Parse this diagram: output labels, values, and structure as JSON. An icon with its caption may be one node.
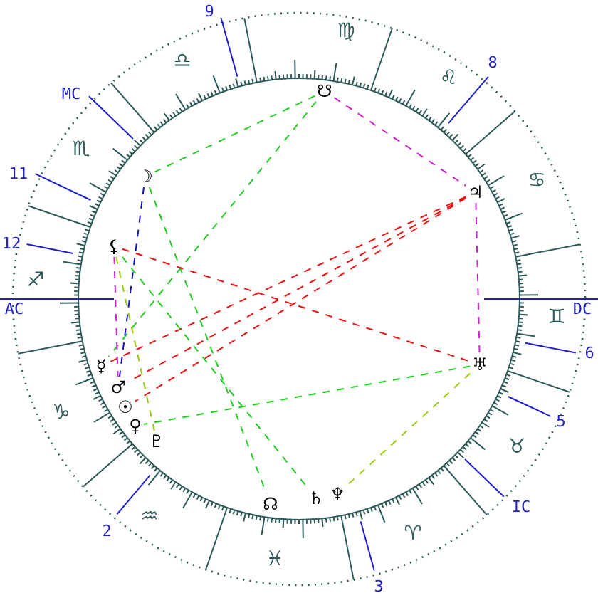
{
  "diagram": {
    "nodes": [
      {
        "text": [
          "☋"
        ]
      },
      {
        "text": [
          "☽"
        ]
      },
      {
        "text": [
          "♃"
        ]
      },
      {
        "text": [
          "⚸"
        ]
      },
      {
        "text": [
          "♅"
        ]
      },
      {
        "text": [
          "☿"
        ]
      },
      {
        "text": [
          "♂"
        ]
      },
      {
        "text": [
          "☉"
        ]
      },
      {
        "text": [
          "♀"
        ]
      },
      {
        "text": [
          "♇"
        ]
      },
      {
        "text": [
          "☊"
        ]
      },
      {
        "text": [
          "♄"
        ]
      },
      {
        "text": [
          "♆"
        ]
      }
    ],
    "edges": [
      {
        "from": 0,
        "to": 1,
        "arrow": "none",
        "style": "dashed",
        "color": "#22cc22"
      },
      {
        "from": 0,
        "to": 5,
        "arrow": "none",
        "style": "dashed",
        "color": "#22cc22"
      },
      {
        "from": 0,
        "to": 2,
        "arrow": "none",
        "style": "dashed",
        "color": "#cc22cc"
      },
      {
        "from": 2,
        "to": 4,
        "arrow": "none",
        "style": "dashed",
        "color": "#cc22cc"
      },
      {
        "from": 2,
        "to": 5,
        "arrow": "none",
        "style": "dashed",
        "color": "#ee1111"
      },
      {
        "from": 2,
        "to": 6,
        "arrow": "none",
        "style": "dashed",
        "color": "#ee1111"
      },
      {
        "from": 2,
        "to": 7,
        "arrow": "none",
        "style": "dashed",
        "color": "#ee1111"
      },
      {
        "from": 1,
        "to": 6,
        "arrow": "none",
        "style": "dashed",
        "color": "#1111cc"
      },
      {
        "from": 1,
        "to": 10,
        "arrow": "none",
        "style": "dashed",
        "color": "#22cc22"
      },
      {
        "from": 3,
        "to": 4,
        "arrow": "none",
        "style": "dashed",
        "color": "#ee1111"
      },
      {
        "from": 3,
        "to": 6,
        "arrow": "none",
        "style": "dashed",
        "color": "#cc22cc"
      },
      {
        "from": 3,
        "to": 9,
        "arrow": "none",
        "style": "dashed",
        "color": "#99cc11"
      },
      {
        "from": 3,
        "to": 11,
        "arrow": "none",
        "style": "dashed",
        "color": "#22cc22"
      },
      {
        "from": 4,
        "to": 8,
        "arrow": "none",
        "style": "dashed",
        "color": "#22cc22"
      },
      {
        "from": 4,
        "to": 12,
        "arrow": "none",
        "style": "dashed",
        "color": "#99cc11"
      }
    ],
    "labels": [
      "9",
      "♍",
      "♎",
      "8",
      "♌",
      "MC",
      "♏",
      "11",
      "♋",
      "12",
      "♐",
      "AC",
      "♊",
      "DC",
      "6",
      "♑",
      "5",
      "♉",
      "IC",
      "♒",
      "2",
      "♈",
      "♓",
      "3"
    ]
  }
}
